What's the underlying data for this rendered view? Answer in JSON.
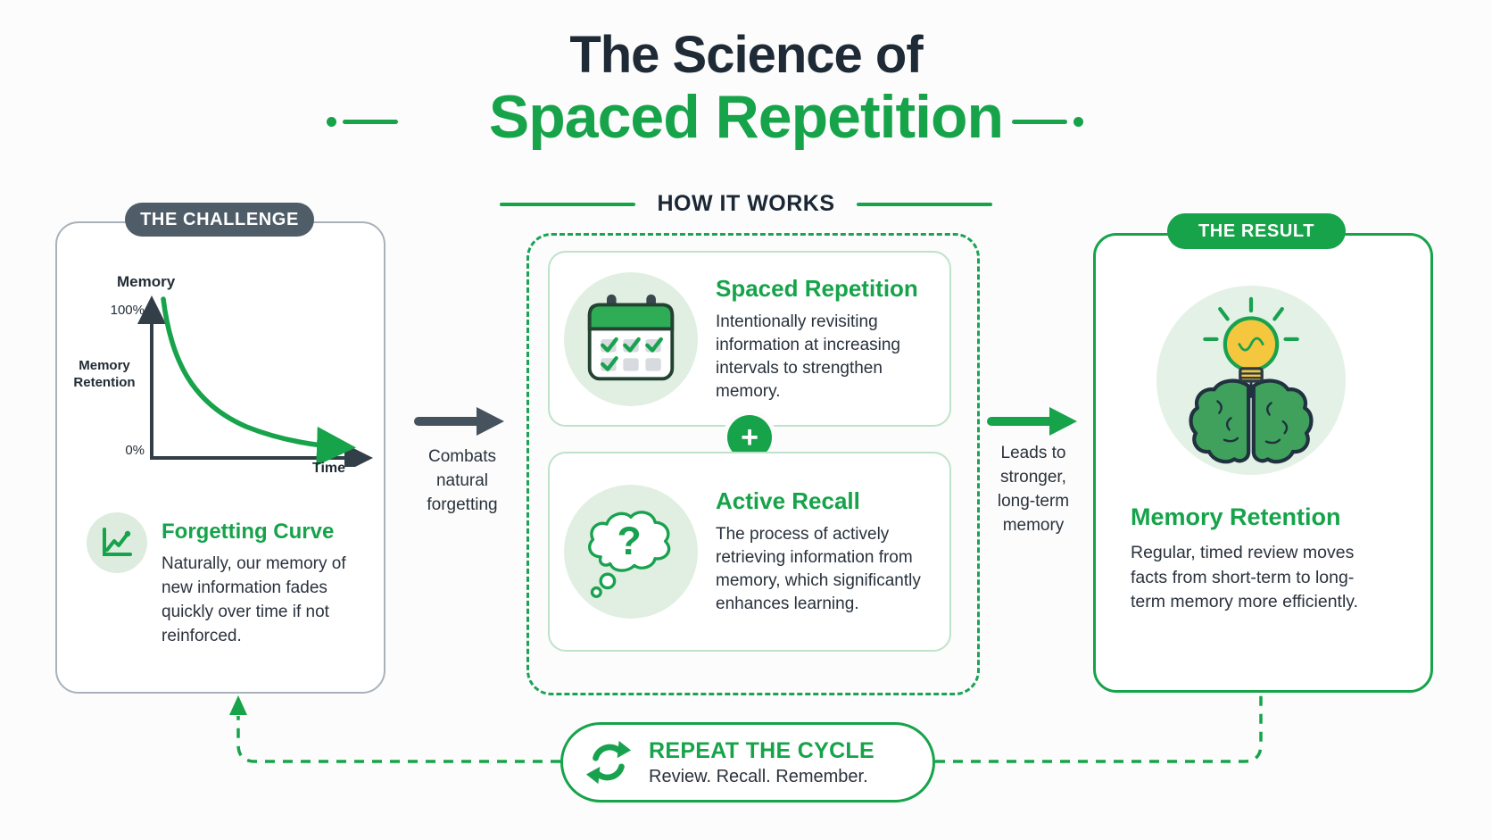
{
  "header": {
    "title_line1": "The Science of",
    "title_line2": "Spaced Repetition",
    "section_heading": "HOW IT WORKS"
  },
  "challenge": {
    "label": "THE CHALLENGE",
    "chart_labels": {
      "top_axis_label": "Memory",
      "y_max_label": "100%",
      "y_min_label": "0%",
      "y_axis_label": "Memory Retention",
      "x_axis_label": "Time"
    },
    "heading": "Forgetting Curve",
    "body": "Naturally, our memory of new information fades quickly over time if not reinforced."
  },
  "connector_left": {
    "text": "Combats natural forgetting"
  },
  "process": {
    "plus": "+",
    "cards": [
      {
        "heading": "Spaced Repetition",
        "body": "Intentionally revisiting information at increasing intervals to strengthen memory."
      },
      {
        "heading": "Active Recall",
        "body": "The process of actively retrieving information from memory, which significantly enhances learning."
      }
    ]
  },
  "connector_right": {
    "text": "Leads to stronger, long-term memory"
  },
  "result": {
    "label": "THE RESULT",
    "heading": "Memory Retention",
    "body": "Regular, timed review moves facts from short-term to long-term memory more efficiently."
  },
  "cycle": {
    "heading": "REPEAT THE CYCLE",
    "subheading": "Review. Recall. Remember."
  },
  "icons": {
    "forgetting_curve": "line-chart",
    "spaced_repetition": "calendar-with-checks",
    "active_recall": "thought-bubble-question",
    "result": "brain-with-lightbulb",
    "repeat": "circular-arrows",
    "question_mark": "?"
  },
  "colors": {
    "accent_green": "#16a34a",
    "dark_title": "#1f2a37",
    "slate_pill": "#4f5d68",
    "dark_arrow": "#46525d",
    "bulb_yellow": "#f5c73e",
    "light_green_fill": "#e0efe1",
    "gray_border": "#a9b2ba"
  },
  "chart_data": {
    "type": "line",
    "title": "Memory",
    "xlabel": "Time",
    "ylabel": "Memory Retention",
    "ylim": [
      0,
      100
    ],
    "ytick_labels": [
      "0%",
      "100%"
    ],
    "series": [
      {
        "name": "Forgetting curve",
        "x": [
          0,
          1,
          2,
          3,
          4,
          5,
          6,
          7,
          8,
          9,
          10
        ],
        "values": [
          100,
          62,
          42,
          30,
          22,
          17,
          13,
          11,
          9,
          8,
          7
        ]
      }
    ],
    "grid": false,
    "legend": false,
    "annotation": "Green decaying curve with arrowhead, axes drawn with arrowheads"
  }
}
